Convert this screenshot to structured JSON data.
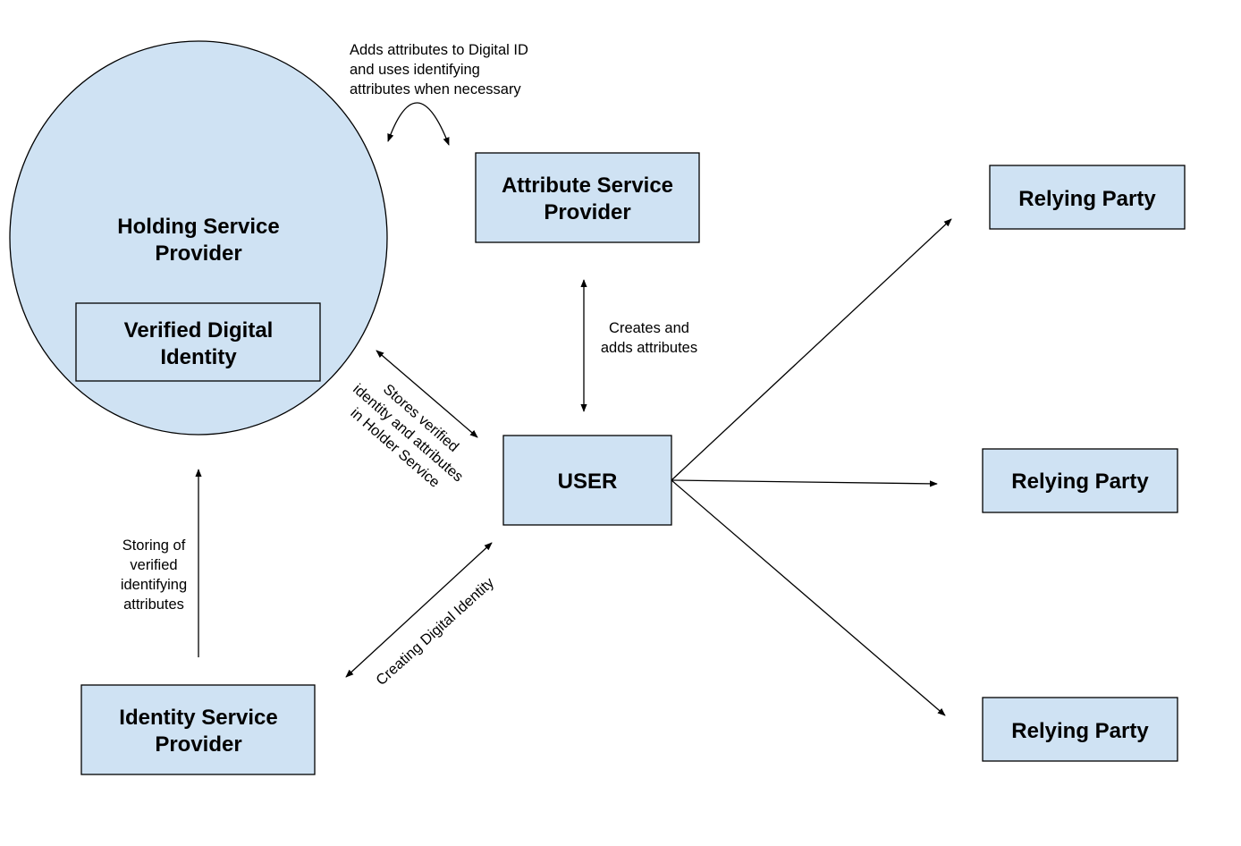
{
  "nodes": {
    "holding_service_provider": {
      "line1": "Holding Service",
      "line2": "Provider"
    },
    "verified_digital_identity": {
      "line1": "Verified Digital",
      "line2": "Identity"
    },
    "attribute_service_provider": {
      "line1": "Attribute Service",
      "line2": "Provider"
    },
    "user": {
      "label": "USER"
    },
    "identity_service_provider": {
      "line1": "Identity Service",
      "line2": "Provider"
    },
    "relying_party_1": {
      "label": "Relying Party"
    },
    "relying_party_2": {
      "label": "Relying Party"
    },
    "relying_party_3": {
      "label": "Relying Party"
    }
  },
  "edge_labels": {
    "adds_attributes": [
      "Adds attributes to Digital ID",
      "and uses identifying",
      "attributes when necessary"
    ],
    "creates_attributes": [
      "Creates and",
      "adds attributes"
    ],
    "stores_verified": [
      "Stores verified",
      "identity and attributes",
      "in Holder Service"
    ],
    "storing_of": [
      "Storing of",
      "verified",
      "identifying",
      "attributes"
    ],
    "creating_digital_identity": [
      "Creating Digital Identity"
    ]
  },
  "colors": {
    "node_fill": "#cfe2f3",
    "stroke": "#000000"
  }
}
